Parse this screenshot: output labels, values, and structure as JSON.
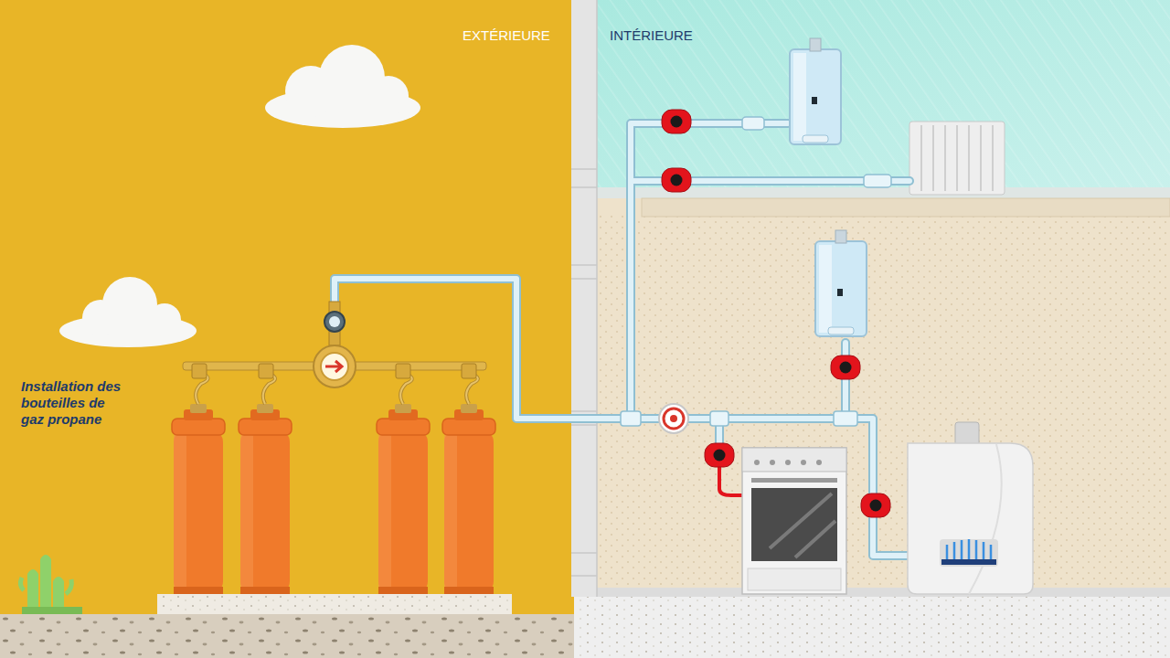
{
  "diagram": {
    "labels": [
      "EXTÉRIEURE",
      "INTÉRIEURE",
      "Installation des bouteilles de gaz propane"
    ]
  }
}
